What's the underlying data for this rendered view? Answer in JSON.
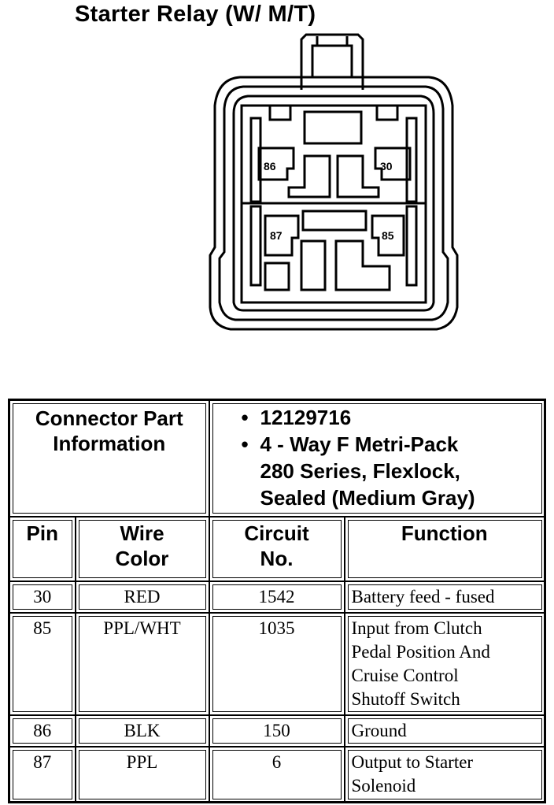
{
  "title": "Starter Relay (W/ M/T)",
  "connector": {
    "pins": {
      "top_left": "86",
      "top_right": "30",
      "bottom_left": "87",
      "bottom_right": "85"
    }
  },
  "table": {
    "connector_info_label_line1": "Connector Part",
    "connector_info_label_line2": "Information",
    "connector_info_values": [
      "12129716",
      "4 - Way F Metri-Pack",
      "280 Series, Flexlock,",
      "Sealed (Medium Gray)"
    ],
    "headers": {
      "pin": "Pin",
      "wire_color_line1": "Wire",
      "wire_color_line2": "Color",
      "circuit_line1": "Circuit",
      "circuit_line2": "No.",
      "function": "Function"
    },
    "rows": [
      {
        "pin": "30",
        "wire_color": "RED",
        "circuit": "1542",
        "function_lines": [
          "Battery feed - fused"
        ]
      },
      {
        "pin": "85",
        "wire_color": "PPL/WHT",
        "circuit": "1035",
        "function_lines": [
          "Input from Clutch",
          "Pedal Position And",
          "Cruise Control",
          "Shutoff Switch"
        ]
      },
      {
        "pin": "86",
        "wire_color": "BLK",
        "circuit": "150",
        "function_lines": [
          "Ground"
        ]
      },
      {
        "pin": "87",
        "wire_color": "PPL",
        "circuit": "6",
        "function_lines": [
          "Output to Starter",
          "Solenoid"
        ]
      }
    ]
  }
}
